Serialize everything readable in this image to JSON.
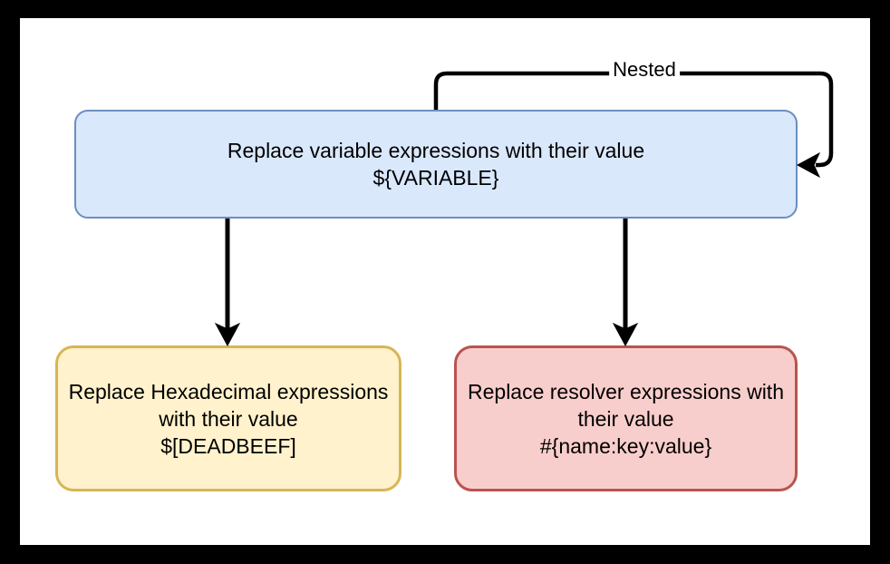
{
  "frame": {
    "background": "#000000",
    "canvas_background": "#ffffff"
  },
  "nodes": {
    "variable": {
      "text": "Replace variable expressions with their value",
      "code": "${VARIABLE}",
      "fill": "#dae8fc",
      "stroke": "#6c8ebf"
    },
    "hexadecimal": {
      "text": "Replace Hexadecimal expressions with their value",
      "code": "$[DEADBEEF]",
      "fill": "#fff2cc",
      "stroke": "#d6b656"
    },
    "resolver": {
      "text": "Replace resolver expressions with their value",
      "code": "#{name:key:value}",
      "fill": "#f8cecc",
      "stroke": "#b85450"
    }
  },
  "edges": {
    "nested_loop": {
      "label": "Nested",
      "color": "#000000"
    },
    "to_hexadecimal": {
      "color": "#000000"
    },
    "to_resolver": {
      "color": "#000000"
    }
  }
}
